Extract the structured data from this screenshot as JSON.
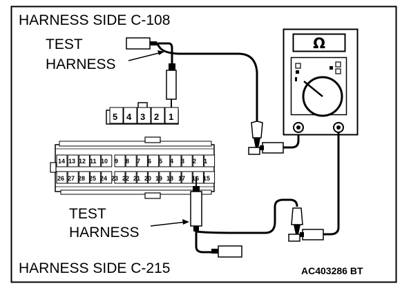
{
  "labels": {
    "top_title": "HARNESS SIDE C-108",
    "bottom_title": "HARNESS SIDE C-215",
    "test_harness_top_line1": "TEST",
    "test_harness_top_line2": "HARNESS",
    "test_harness_bottom_line1": "TEST",
    "test_harness_bottom_line2": "HARNESS",
    "figure_code": "AC403286 BT"
  },
  "meter": {
    "display": "Ω"
  },
  "connector_c108": {
    "pins": [
      "5",
      "4",
      "3",
      "2",
      "1"
    ]
  },
  "connector_c215": {
    "top_row": [
      "14",
      "13",
      "12",
      "11",
      "10",
      "9",
      "8",
      "7",
      "6",
      "5",
      "4",
      "3",
      "2",
      "1"
    ],
    "bottom_row": [
      "26",
      "27",
      "28",
      "25",
      "24",
      "23",
      "22",
      "21",
      "20",
      "19",
      "18",
      "17",
      "16",
      "15"
    ]
  }
}
